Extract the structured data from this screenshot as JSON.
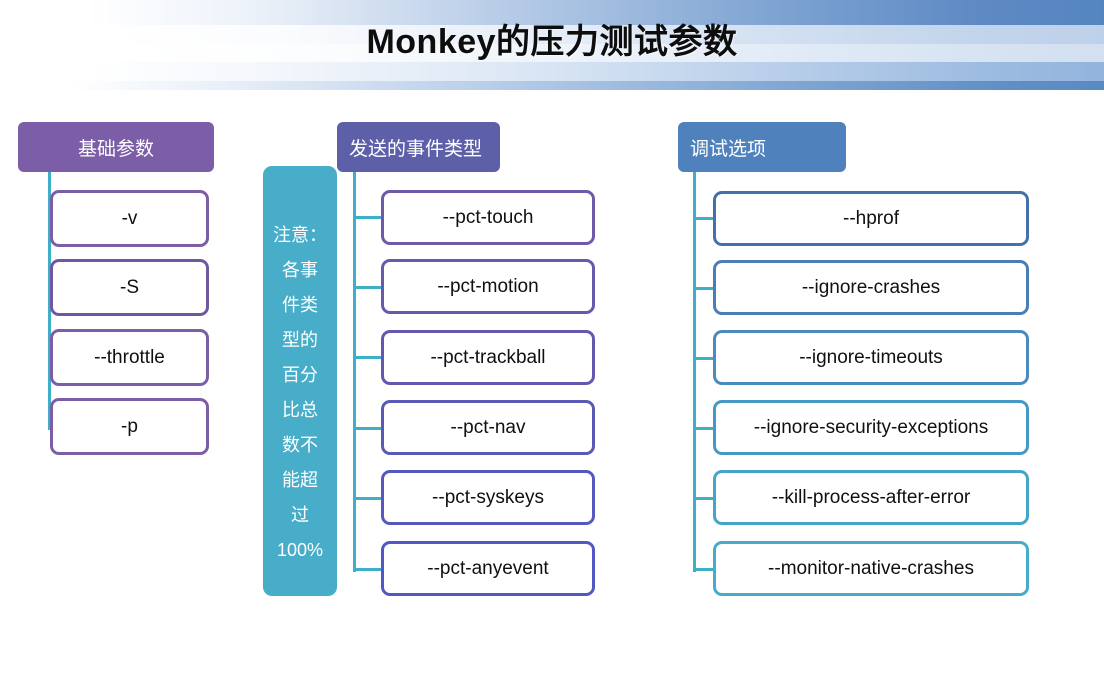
{
  "title": "Monkey的压力测试参数",
  "theme": {
    "purple": "#7B5EA7",
    "indigo": "#5D5FA8",
    "blue": "#4F81BD",
    "teal": "#3FAFC8",
    "note_bg": "#47ADC8"
  },
  "columns": [
    {
      "id": "basic-params",
      "header": "基础参数",
      "header_align": "center",
      "header_color": "#7B5EA7",
      "items": [
        {
          "label": "-v",
          "border": "#7B5EA7"
        },
        {
          "label": "-S",
          "border": "#7157A0"
        },
        {
          "label": "--throttle",
          "border": "#7B5EA7"
        },
        {
          "label": "-p",
          "border": "#7B5EA7"
        }
      ]
    },
    {
      "id": "event-types",
      "header": "发送的事件类型",
      "header_align": "left",
      "header_color": "#5D5FA8",
      "items": [
        {
          "label": "--pct-touch",
          "border": "#6E5AA8"
        },
        {
          "label": "--pct-motion",
          "border": "#6959AB"
        },
        {
          "label": "--pct-trackball",
          "border": "#6259AF"
        },
        {
          "label": "--pct-nav",
          "border": "#5A5AB6"
        },
        {
          "label": "--pct-syskeys",
          "border": "#5558BE"
        },
        {
          "label": "--pct-anyevent",
          "border": "#5158C4"
        }
      ]
    },
    {
      "id": "debug-options",
      "header": "调试选项",
      "header_align": "left",
      "header_color": "#4F81BD",
      "items": [
        {
          "label": "--hprof",
          "border": "#4472A8"
        },
        {
          "label": "--ignore-crashes",
          "border": "#4A7FB4"
        },
        {
          "label": "--ignore-timeouts",
          "border": "#4A8BBE"
        },
        {
          "label": "--ignore-security-exceptions",
          "border": "#4699C4"
        },
        {
          "label": "--kill-process-after-error",
          "border": "#45A5C7"
        },
        {
          "label": "--monitor-native-crashes",
          "border": "#45ADCB"
        }
      ]
    }
  ],
  "note": {
    "id": "percentage-note",
    "lines": [
      "注意：",
      "各事",
      "件类",
      "型的",
      "百分",
      "比总",
      "数不",
      "能超",
      "过",
      "100%"
    ],
    "text": "注意：各事件类型的百分比总数不能超过100%"
  }
}
